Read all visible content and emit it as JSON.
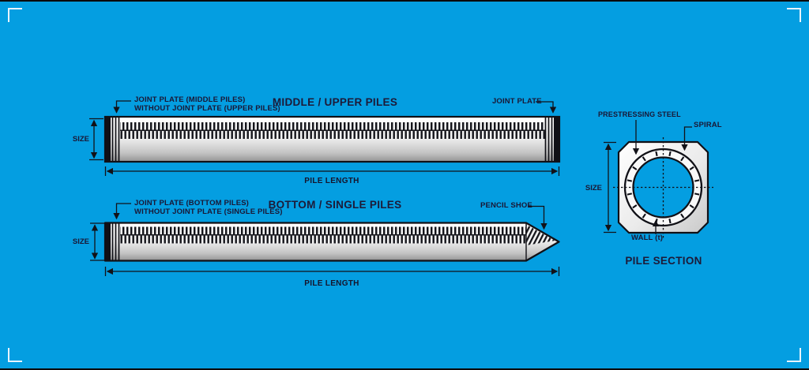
{
  "colors": {
    "background": "#049EE1",
    "ink": "#1A1735",
    "outline": "#101016",
    "pile_highlight": "#FFFFFF",
    "pile_shadow": "#969696",
    "frame_marks": "#E7F4FC"
  },
  "top_pile": {
    "title": "MIDDLE / UPPER PILES",
    "left_label_line1": "JOINT PLATE (MIDDLE PILES)",
    "left_label_line2": "WITHOUT JOINT PLATE (UPPER PILES)",
    "right_label": "JOINT PLATE",
    "size_label": "SIZE",
    "length_label": "PILE LENGTH"
  },
  "bottom_pile": {
    "title": "BOTTOM / SINGLE PILES",
    "left_label_line1": "JOINT PLATE (BOTTOM PILES)",
    "left_label_line2": "WITHOUT JOINT PLATE (SINGLE PILES)",
    "right_label": "PENCIL SHOE",
    "size_label": "SIZE",
    "length_label": "PILE LENGTH"
  },
  "section": {
    "title": "PILE SECTION",
    "prestressing_label": "PRESTRESSING STEEL",
    "spiral_label": "SPIRAL",
    "size_label": "SIZE",
    "wall_label": "WALL (t)"
  }
}
